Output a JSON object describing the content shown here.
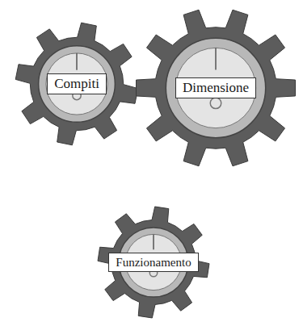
{
  "diagram": {
    "nodes": [
      {
        "text": [
          "Compiti"
        ]
      },
      {
        "text": [
          "Dimensione"
        ]
      },
      {
        "text": [
          "Funzionamento"
        ]
      }
    ]
  }
}
